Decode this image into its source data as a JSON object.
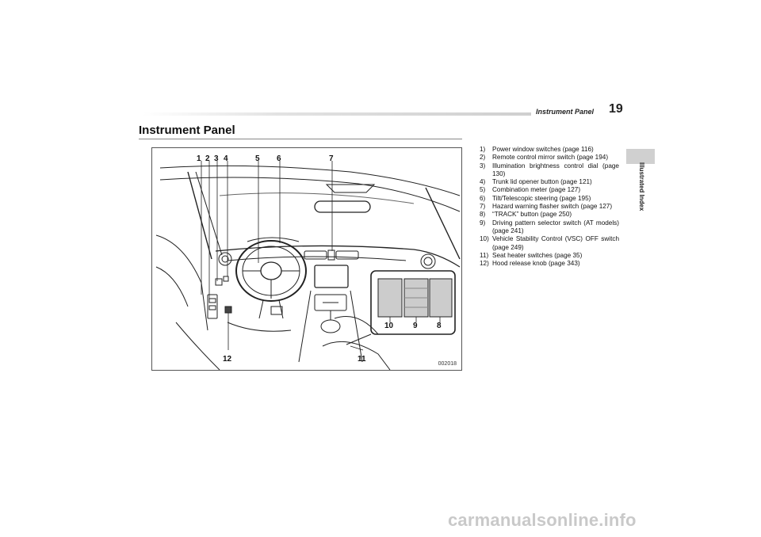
{
  "header": {
    "section": "Instrument Panel",
    "page_number": "19"
  },
  "sidebar": {
    "tab_label": "Illustrated Index"
  },
  "title": "Instrument Panel",
  "figure": {
    "id": "002018",
    "callouts": [
      "1",
      "2",
      "3",
      "4",
      "5",
      "6",
      "7",
      "8",
      "9",
      "10",
      "11",
      "12"
    ]
  },
  "legend": [
    {
      "num": "1)",
      "text": "Power window switches (page 116)"
    },
    {
      "num": "2)",
      "text": "Remote control mirror switch (page 194)"
    },
    {
      "num": "3)",
      "text": "Illumination brightness control dial (page 130)"
    },
    {
      "num": "4)",
      "text": "Trunk lid opener button (page 121)"
    },
    {
      "num": "5)",
      "text": "Combination meter (page 127)"
    },
    {
      "num": "6)",
      "text": "Tilt/Telescopic steering (page 195)"
    },
    {
      "num": "7)",
      "text": "Hazard warning flasher switch (page 127)"
    },
    {
      "num": "8)",
      "text": "“TRACK” button (page 250)"
    },
    {
      "num": "9)",
      "text": "Driving pattern selector switch (AT models) (page 241)"
    },
    {
      "num": "10)",
      "text": "Vehicle Stability Control (VSC) OFF switch (page 249)"
    },
    {
      "num": "11)",
      "text": "Seat heater switches (page 35)"
    },
    {
      "num": "12)",
      "text": "Hood release knob (page 343)"
    }
  ],
  "watermark": "carmanualsonline.info"
}
